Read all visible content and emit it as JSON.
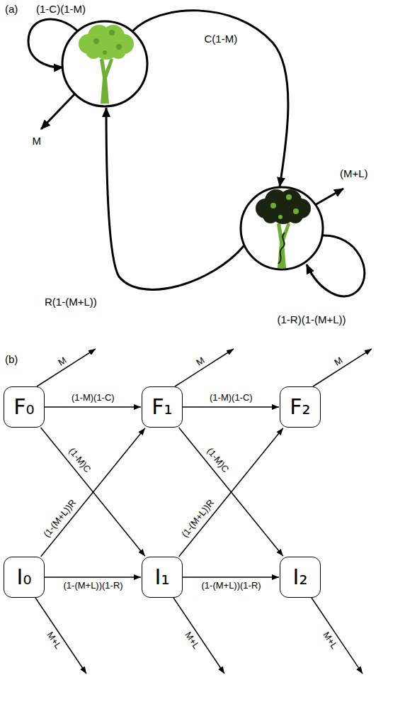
{
  "diagram": {
    "nodes": [
      {
        "text": [
          "F₀"
        ]
      },
      {
        "text": [
          "F₁"
        ]
      },
      {
        "text": [
          "F₂"
        ]
      },
      {
        "text": [
          "I₀"
        ]
      },
      {
        "text": [
          "I₁"
        ]
      },
      {
        "text": [
          "I₂"
        ]
      }
    ],
    "edges": [
      {
        "from": 0,
        "to": 1,
        "label": "(1-M)(1-C)",
        "arrow": "to"
      },
      {
        "from": 1,
        "to": 2,
        "label": "(1-M)(1-C)",
        "arrow": "to"
      },
      {
        "from": 0,
        "to": 4,
        "label": "(1-M)C",
        "arrow": "to"
      },
      {
        "from": 1,
        "to": 5,
        "label": "(1-M)C",
        "arrow": "to"
      },
      {
        "from": 3,
        "to": 1,
        "label": "(1-(M+L))R",
        "arrow": "to"
      },
      {
        "from": 4,
        "to": 2,
        "label": "(1-(M+L))R",
        "arrow": "to"
      },
      {
        "from": 3,
        "to": 4,
        "label": "(1-(M+L))(1-R)",
        "arrow": "to"
      },
      {
        "from": 4,
        "to": 5,
        "label": "(1-(M+L))(1-R)",
        "arrow": "to"
      }
    ],
    "labels": [
      "(a)",
      "(1-C)(1-M)",
      "C(1-M)",
      "M",
      "(M+L)",
      "R(1-(M+L))",
      "(1-R)(1-(M+L))",
      "(b)",
      "M",
      "M",
      "M",
      "M+L",
      "M+L",
      "M+L"
    ]
  }
}
